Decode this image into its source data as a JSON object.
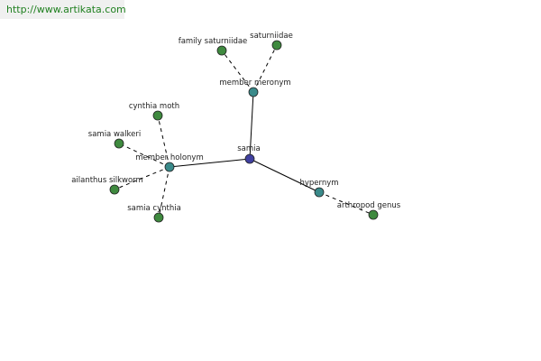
{
  "watermark": {
    "text": "http://www.artikata.com"
  },
  "colors": {
    "center": "#4040a0",
    "relation": "#3a8a8a",
    "leaf": "#3f8a3f",
    "edge": "#000000",
    "watermark_text": "#208020",
    "watermark_bg": "#f0f0f0"
  },
  "graph": {
    "nodes": [
      {
        "id": "samia",
        "label": "samia",
        "kind": "center"
      },
      {
        "id": "member-meronym",
        "label": "member meronym",
        "kind": "relation"
      },
      {
        "id": "member-holonym",
        "label": "member holonym",
        "kind": "relation"
      },
      {
        "id": "hypernym",
        "label": "hypernym",
        "kind": "relation"
      },
      {
        "id": "family-saturniidae",
        "label": "family saturniidae",
        "kind": "leaf"
      },
      {
        "id": "saturniidae",
        "label": "saturniidae",
        "kind": "leaf"
      },
      {
        "id": "cynthia-moth",
        "label": "cynthia moth",
        "kind": "leaf"
      },
      {
        "id": "samia-walkeri",
        "label": "samia walkeri",
        "kind": "leaf"
      },
      {
        "id": "ailanthus-silkworm",
        "label": "ailanthus silkworm",
        "kind": "leaf"
      },
      {
        "id": "samia-cynthia",
        "label": "samia cynthia",
        "kind": "leaf"
      },
      {
        "id": "arthropod-genus",
        "label": "arthropod genus",
        "kind": "leaf"
      }
    ],
    "edges": [
      {
        "from": "samia",
        "to": "member-meronym",
        "style": "solid"
      },
      {
        "from": "samia",
        "to": "member-holonym",
        "style": "solid"
      },
      {
        "from": "samia",
        "to": "hypernym",
        "style": "solid"
      },
      {
        "from": "member-meronym",
        "to": "family-saturniidae",
        "style": "dashed"
      },
      {
        "from": "member-meronym",
        "to": "saturniidae",
        "style": "dashed"
      },
      {
        "from": "member-holonym",
        "to": "cynthia-moth",
        "style": "dashed"
      },
      {
        "from": "member-holonym",
        "to": "samia-walkeri",
        "style": "dashed"
      },
      {
        "from": "member-holonym",
        "to": "ailanthus-silkworm",
        "style": "dashed"
      },
      {
        "from": "member-holonym",
        "to": "samia-cynthia",
        "style": "dashed"
      },
      {
        "from": "hypernym",
        "to": "arthropod-genus",
        "style": "dashed"
      }
    ]
  }
}
